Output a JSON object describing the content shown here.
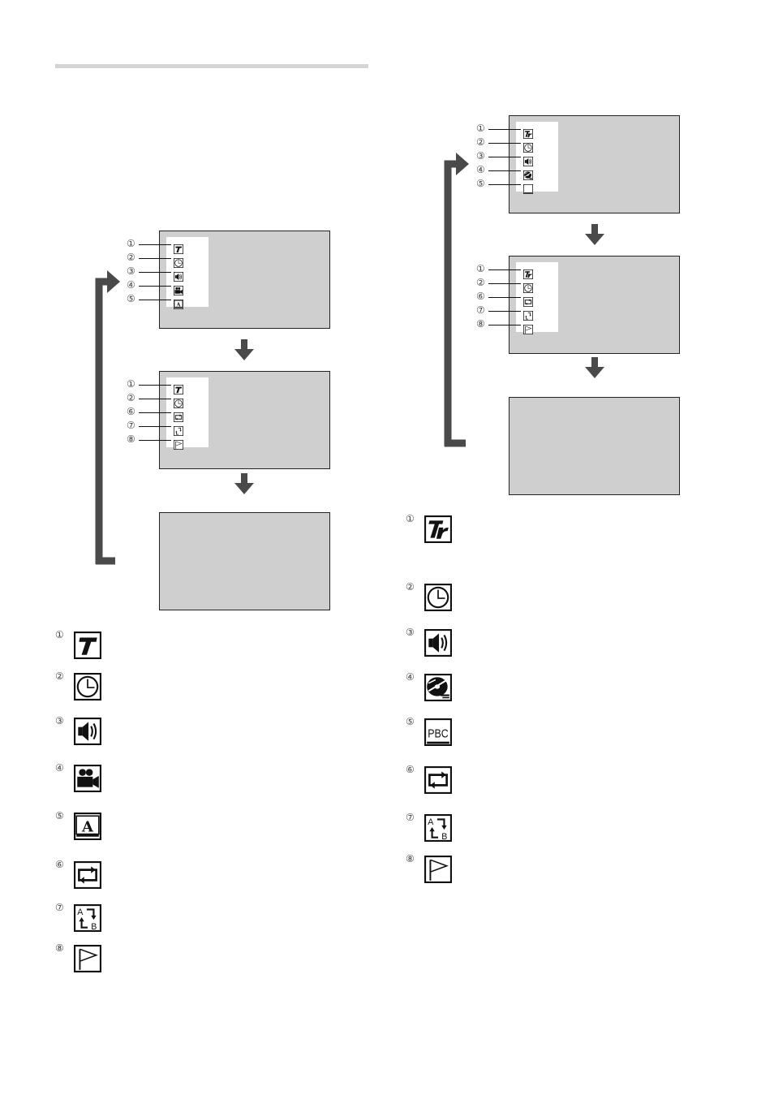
{
  "left": {
    "screen1_callouts": [
      "①",
      "②",
      "③",
      "④",
      "⑤"
    ],
    "screen1_icons": [
      "title-icon",
      "time-icon",
      "audio-icon",
      "angle-icon",
      "subtitle-icon"
    ],
    "screen2_callouts": [
      "①",
      "②",
      "⑥",
      "⑦",
      "⑧"
    ],
    "screen2_icons": [
      "title-icon",
      "time-icon",
      "repeat-icon",
      "ab-repeat-icon",
      "marker-icon"
    ],
    "legend": [
      {
        "num": "①",
        "icon": "title-icon"
      },
      {
        "num": "②",
        "icon": "time-icon"
      },
      {
        "num": "③",
        "icon": "audio-icon"
      },
      {
        "num": "④",
        "icon": "angle-icon"
      },
      {
        "num": "⑤",
        "icon": "subtitle-icon"
      },
      {
        "num": "⑥",
        "icon": "repeat-icon"
      },
      {
        "num": "⑦",
        "icon": "ab-repeat-icon",
        "letters": [
          "A",
          "B"
        ]
      },
      {
        "num": "⑧",
        "icon": "marker-icon"
      }
    ]
  },
  "right": {
    "screen1_callouts": [
      "①",
      "②",
      "③",
      "④",
      "⑤"
    ],
    "screen1_icons": [
      "track-icon",
      "time-icon",
      "audio-icon",
      "disc-icon",
      "pbc-icon"
    ],
    "screen2_callouts": [
      "①",
      "②",
      "⑥",
      "⑦",
      "⑧"
    ],
    "screen2_icons": [
      "track-icon",
      "time-icon",
      "repeat-icon",
      "ab-repeat-icon",
      "marker-icon"
    ],
    "legend": [
      {
        "num": "①",
        "icon": "track-icon"
      },
      {
        "num": "②",
        "icon": "time-icon"
      },
      {
        "num": "③",
        "icon": "audio-icon"
      },
      {
        "num": "④",
        "icon": "disc-icon"
      },
      {
        "num": "⑤",
        "icon": "pbc-icon",
        "text": "PBC"
      },
      {
        "num": "⑥",
        "icon": "repeat-icon"
      },
      {
        "num": "⑦",
        "icon": "ab-repeat-icon",
        "letters": [
          "A",
          "B"
        ]
      },
      {
        "num": "⑧",
        "icon": "marker-icon"
      }
    ]
  },
  "colors": {
    "screen": "#cfcfcf",
    "arrow": "#4a4a4a",
    "rule": "#d4d4d4",
    "ink": "#111111"
  }
}
